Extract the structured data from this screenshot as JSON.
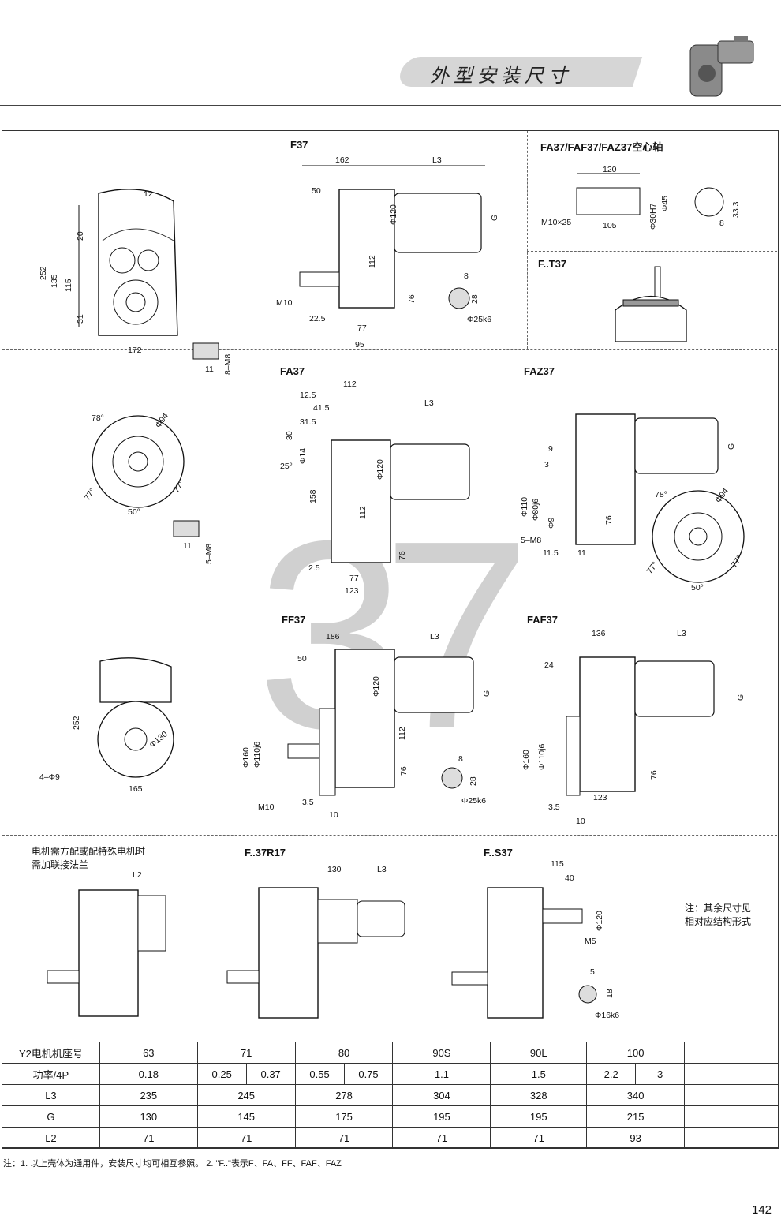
{
  "header": {
    "title": "外型安装尺寸"
  },
  "sections": {
    "f37": "F37",
    "fa37_hollow": "FA37/FAF37/FAZ37空心轴",
    "ft37": "F..T37",
    "fa37": "FA37",
    "faz37": "FAZ37",
    "ff37": "FF37",
    "faf37": "FAF37",
    "f37r17": "F..37R17",
    "fs37": "F..S37"
  },
  "big_number": "37",
  "notes": {
    "motor_flange_line1": "电机需方配或配特殊电机时",
    "motor_flange_line2": "需加联接法兰",
    "other_dims_line1": "注：其余尺寸见",
    "other_dims_line2": "相对应结构形式"
  },
  "dims": {
    "d12": "12",
    "d20": "20",
    "d252": "252",
    "d135": "135",
    "d115": "115",
    "d31": "31",
    "d172": "172",
    "d11": "11",
    "d8m8": "8–M8",
    "d162": "162",
    "dL3": "L3",
    "d50": "50",
    "dG": "G",
    "dphi120": "Φ120",
    "d112": "112",
    "d76": "76",
    "dM10": "M10",
    "d22_5": "22.5",
    "d77": "77",
    "d95": "95",
    "d8": "8",
    "d28": "28",
    "dphi25k6": "Φ25k6",
    "d120": "120",
    "dm10x25": "M10×25",
    "d105": "105",
    "dphi30h7": "Φ30H7",
    "dphi45": "Φ45",
    "d33_3": "33.3",
    "d78": "78°",
    "dphi94": "Φ94",
    "d77deg": "77°",
    "d50deg": "50°",
    "d5m8": "5–M8",
    "d12_5": "12.5",
    "d41_5": "41.5",
    "d31_5": "31.5",
    "d30": "30",
    "d25deg": "25°",
    "dphi14": "Φ14",
    "d158": "158",
    "d2_5": "2.5",
    "d123": "123",
    "d9": "9",
    "d3": "3",
    "dphi110": "Φ110",
    "dphi80j6": "Φ80j6",
    "dphi9": "Φ9",
    "d11_5": "11.5",
    "d186": "186",
    "dphi130": "Φ130",
    "d4phi9": "4–Φ9",
    "d165": "165",
    "dphi160": "Φ160",
    "dphi110j6": "Φ110j6",
    "d3_5": "3.5",
    "d10": "10",
    "d136": "136",
    "d24": "24",
    "dL2": "L2",
    "d130": "130",
    "d115b": "115",
    "d40": "40",
    "dM5": "M5",
    "d5": "5",
    "d18": "18",
    "dphi16k6": "Φ16k6"
  },
  "table": {
    "rows": [
      {
        "label": "Y2电机机座号",
        "cells": [
          {
            "v": "63",
            "span": 1
          },
          {
            "v": "71",
            "span": 2
          },
          {
            "v": "80",
            "span": 2
          },
          {
            "v": "90S",
            "span": 1
          },
          {
            "v": "90L",
            "span": 1
          },
          {
            "v": "100",
            "span": 2
          }
        ]
      },
      {
        "label": "功率/4P",
        "cells": [
          {
            "v": "0.18",
            "span": 1
          },
          {
            "v": "0.25",
            "span": 1
          },
          {
            "v": "0.37",
            "span": 1
          },
          {
            "v": "0.55",
            "span": 1
          },
          {
            "v": "0.75",
            "span": 1
          },
          {
            "v": "1.1",
            "span": 1
          },
          {
            "v": "1.5",
            "span": 1
          },
          {
            "v": "2.2",
            "span": 1
          },
          {
            "v": "3",
            "span": 1
          }
        ]
      },
      {
        "label": "L3",
        "cells": [
          {
            "v": "235",
            "span": 1
          },
          {
            "v": "245",
            "span": 2
          },
          {
            "v": "278",
            "span": 2
          },
          {
            "v": "304",
            "span": 1
          },
          {
            "v": "328",
            "span": 1
          },
          {
            "v": "340",
            "span": 2
          }
        ]
      },
      {
        "label": "G",
        "cells": [
          {
            "v": "130",
            "span": 1
          },
          {
            "v": "145",
            "span": 2
          },
          {
            "v": "175",
            "span": 2
          },
          {
            "v": "195",
            "span": 1
          },
          {
            "v": "195",
            "span": 1
          },
          {
            "v": "215",
            "span": 2
          }
        ]
      },
      {
        "label": "L2",
        "cells": [
          {
            "v": "71",
            "span": 1
          },
          {
            "v": "71",
            "span": 2
          },
          {
            "v": "71",
            "span": 2
          },
          {
            "v": "71",
            "span": 1
          },
          {
            "v": "71",
            "span": 1
          },
          {
            "v": "93",
            "span": 2
          }
        ]
      }
    ]
  },
  "footnote": "注：1. 以上壳体为通用件，安装尺寸均可相互参照。   2. \"F..\"表示F、FA、FF、FAF、FAZ",
  "page_number": "142"
}
